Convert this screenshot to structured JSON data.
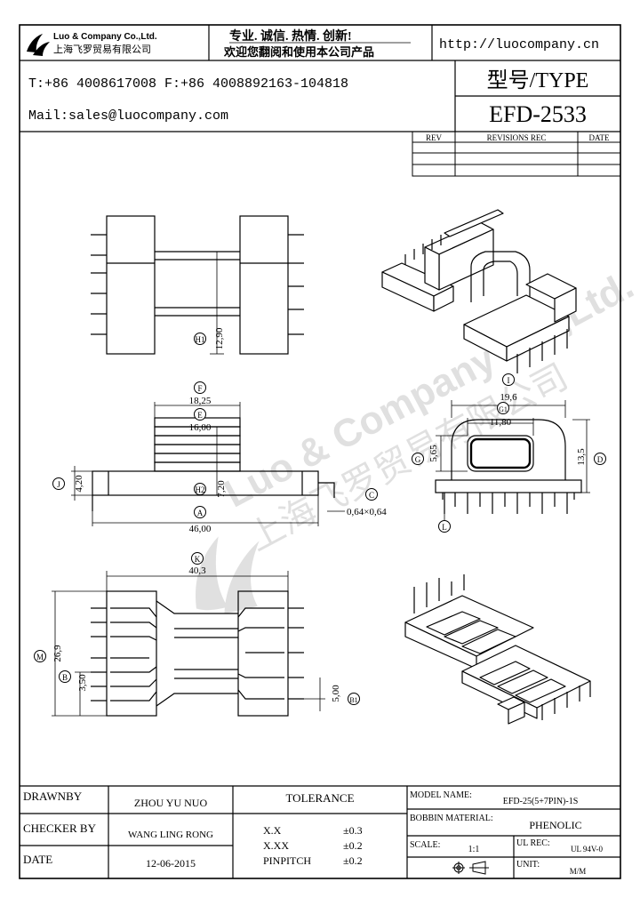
{
  "header": {
    "company_en": "Luo & Company Co.,Ltd.",
    "company_cn": "上海飞罗贸易有限公司",
    "slogan": "专业. 诚信.  热情.  创新!",
    "welcome": "欢迎您翻阅和使用本公司产品",
    "website": "http://luocompany.cn",
    "phone_fax": "T:+86 4008617008 F:+86 4008892163-104818",
    "mail": "Mail:sales@luocompany.com",
    "type_label": "型号/TYPE",
    "model": "EFD-2533"
  },
  "revisions": {
    "col_rev": "REV",
    "col_rec": "REVISIONS REC",
    "col_date": "DATE"
  },
  "watermark": {
    "en": "Luo & Company Co.,Ltd.",
    "cn": "上海飞罗贸易有限公司"
  },
  "dimensions": {
    "h1_tag": "H1",
    "h1_value": "12,90",
    "f_tag": "F",
    "f_value": "18,25",
    "e_tag": "E",
    "e_value": "16,00",
    "j_tag": "J",
    "j_value": "4,20",
    "h2_tag": "H2",
    "h2_value": "7,20",
    "a_tag": "A",
    "a_value": "46,00",
    "c_tag": "C",
    "c_value": "0,64×0,64",
    "i_tag": "I",
    "i_value": "19,6",
    "g1_tag": "G1",
    "g1_value": "11,80",
    "g_tag": "G",
    "g_value": "5,65",
    "d_tag": "D",
    "d_value": "13,5",
    "l_tag": "L",
    "k_tag": "K",
    "k_value": "40,3",
    "m_tag": "M",
    "m_value": "26,9",
    "b_tag": "B",
    "b_value": "3,50",
    "b1_tag": "B1",
    "b1_value": "5,00"
  },
  "title_block": {
    "drawnby_label": "DRAWNBY",
    "drawnby_value": "ZHOU YU NUO",
    "checker_label": "CHECKER BY",
    "checker_value": "WANG LING RONG",
    "date_label": "DATE",
    "date_value": "12-06-2015",
    "tolerance_label": "TOLERANCE",
    "tol_xx_label": "X.X",
    "tol_xx_value": "±0.3",
    "tol_xxx_label": "X.XX",
    "tol_xxx_value": "±0.2",
    "tol_pin_label": "PINPITCH",
    "tol_pin_value": "±0.2",
    "model_name_label": "MODEL NAME:",
    "model_name_value": "EFD-25(5+7PIN)-1S",
    "bobbin_label": "BOBBIN MATERIAL:",
    "bobbin_value": "PHENOLIC",
    "scale_label": "SCALE:",
    "scale_value": "1:1",
    "ul_label": "UL REC:",
    "ul_value": "UL 94V-0",
    "unit_label": "UNIT:",
    "unit_value": "M/M"
  }
}
